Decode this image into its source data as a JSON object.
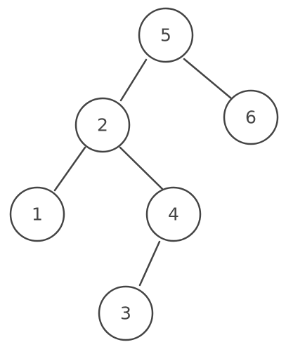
{
  "tree": {
    "nodes": [
      {
        "id": "n5",
        "label": "5"
      },
      {
        "id": "n2",
        "label": "2"
      },
      {
        "id": "n6",
        "label": "6"
      },
      {
        "id": "n1",
        "label": "1"
      },
      {
        "id": "n4",
        "label": "4"
      },
      {
        "id": "n3",
        "label": "3"
      }
    ],
    "edges": [
      {
        "from": "n5",
        "to": "n2"
      },
      {
        "from": "n5",
        "to": "n6"
      },
      {
        "from": "n2",
        "to": "n1"
      },
      {
        "from": "n2",
        "to": "n4"
      },
      {
        "from": "n4",
        "to": "n3"
      }
    ],
    "colors": {
      "stroke": "#444444",
      "fill": "#ffffff"
    }
  }
}
